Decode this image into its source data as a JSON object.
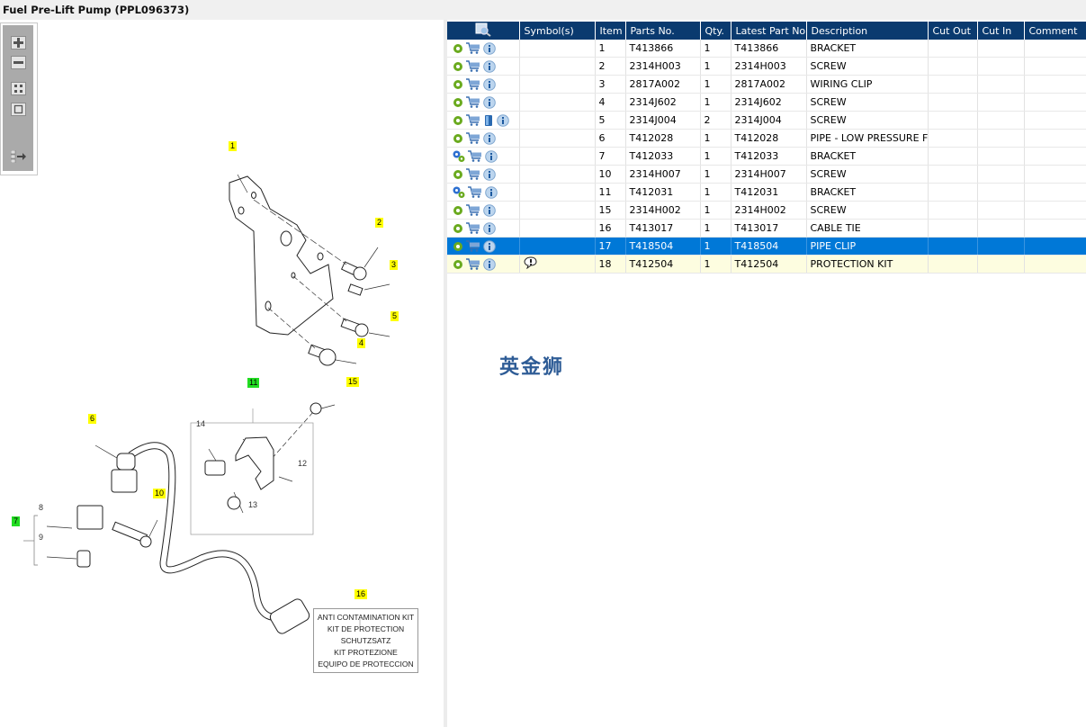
{
  "window": {
    "title": "Fuel Pre-Lift Pump (PPL096373)"
  },
  "toolbox": {
    "buttons": [
      {
        "name": "zoom-in",
        "icon": "plus-icon"
      },
      {
        "name": "zoom-out",
        "icon": "minus-icon"
      },
      {
        "name": "fit-all",
        "icon": "grid-icon"
      },
      {
        "name": "fit-window",
        "icon": "square-icon"
      },
      {
        "name": "toggle-panel",
        "icon": "list-arrow-icon"
      }
    ]
  },
  "diagram": {
    "callouts": [
      {
        "label": "1",
        "color": "yellow"
      },
      {
        "label": "2",
        "color": "yellow"
      },
      {
        "label": "3",
        "color": "yellow"
      },
      {
        "label": "4",
        "color": "yellow"
      },
      {
        "label": "5",
        "color": "yellow"
      },
      {
        "label": "6",
        "color": "yellow"
      },
      {
        "label": "7",
        "color": "green"
      },
      {
        "label": "10",
        "color": "yellow"
      },
      {
        "label": "11",
        "color": "green"
      },
      {
        "label": "15",
        "color": "yellow"
      },
      {
        "label": "16",
        "color": "yellow"
      }
    ],
    "sub_labels": [
      "8",
      "9",
      "12",
      "13",
      "14"
    ],
    "kit_text": [
      "ANTI CONTAMINATION KIT",
      "KIT DE PROTECTION",
      "SCHUTZSATZ",
      "KIT PROTEZIONE",
      "EQUIPO DE PROTECCION"
    ]
  },
  "watermark": "英金狮",
  "table": {
    "columns": [
      "",
      "Symbol(s)",
      "Item",
      "Parts No.",
      "Qty.",
      "Latest Part No.",
      "Description",
      "Cut Out",
      "Cut In",
      "Comment"
    ],
    "header_icon": "search-zoom-icon",
    "rows": [
      {
        "icons": [
          "gear",
          "cart",
          "info"
        ],
        "symbol": "",
        "item": "1",
        "part": "T413866",
        "qty": "1",
        "latest": "T413866",
        "desc": "BRACKET",
        "cutout": "",
        "cutin": "",
        "comment": ""
      },
      {
        "icons": [
          "gear",
          "cart",
          "info"
        ],
        "symbol": "",
        "item": "2",
        "part": "2314H003",
        "qty": "1",
        "latest": "2314H003",
        "desc": "SCREW",
        "cutout": "",
        "cutin": "",
        "comment": ""
      },
      {
        "icons": [
          "gear",
          "cart",
          "info"
        ],
        "symbol": "",
        "item": "3",
        "part": "2817A002",
        "qty": "1",
        "latest": "2817A002",
        "desc": "WIRING CLIP",
        "cutout": "",
        "cutin": "",
        "comment": ""
      },
      {
        "icons": [
          "gear",
          "cart",
          "info"
        ],
        "symbol": "",
        "item": "4",
        "part": "2314J602",
        "qty": "1",
        "latest": "2314J602",
        "desc": "SCREW",
        "cutout": "",
        "cutin": "",
        "comment": ""
      },
      {
        "icons": [
          "gear",
          "cart",
          "book",
          "info"
        ],
        "symbol": "",
        "item": "5",
        "part": "2314J004",
        "qty": "2",
        "latest": "2314J004",
        "desc": "SCREW",
        "cutout": "",
        "cutin": "",
        "comment": ""
      },
      {
        "icons": [
          "gear",
          "cart",
          "info"
        ],
        "symbol": "",
        "item": "6",
        "part": "T412028",
        "qty": "1",
        "latest": "T412028",
        "desc": "PIPE - LOW PRESSURE FUEL",
        "cutout": "",
        "cutin": "",
        "comment": ""
      },
      {
        "icons": [
          "gears",
          "cart",
          "info"
        ],
        "symbol": "",
        "item": "7",
        "part": "T412033",
        "qty": "1",
        "latest": "T412033",
        "desc": "BRACKET",
        "cutout": "",
        "cutin": "",
        "comment": ""
      },
      {
        "icons": [
          "gear",
          "cart",
          "info"
        ],
        "symbol": "",
        "item": "10",
        "part": "2314H007",
        "qty": "1",
        "latest": "2314H007",
        "desc": "SCREW",
        "cutout": "",
        "cutin": "",
        "comment": ""
      },
      {
        "icons": [
          "gears",
          "cart",
          "info"
        ],
        "symbol": "",
        "item": "11",
        "part": "T412031",
        "qty": "1",
        "latest": "T412031",
        "desc": "BRACKET",
        "cutout": "",
        "cutin": "",
        "comment": ""
      },
      {
        "icons": [
          "gear",
          "cart",
          "info"
        ],
        "symbol": "",
        "item": "15",
        "part": "2314H002",
        "qty": "1",
        "latest": "2314H002",
        "desc": "SCREW",
        "cutout": "",
        "cutin": "",
        "comment": ""
      },
      {
        "icons": [
          "gear",
          "cart",
          "info"
        ],
        "symbol": "",
        "item": "16",
        "part": "T413017",
        "qty": "1",
        "latest": "T413017",
        "desc": "CABLE TIE",
        "cutout": "",
        "cutin": "",
        "comment": ""
      },
      {
        "icons": [
          "gear",
          "cart",
          "info"
        ],
        "symbol": "",
        "item": "17",
        "part": "T418504",
        "qty": "1",
        "latest": "T418504",
        "desc": "PIPE CLIP",
        "cutout": "",
        "cutin": "",
        "comment": "",
        "state": "selected"
      },
      {
        "icons": [
          "gear",
          "cart",
          "info"
        ],
        "symbol": "note",
        "item": "18",
        "part": "T412504",
        "qty": "1",
        "latest": "T412504",
        "desc": "PROTECTION KIT",
        "cutout": "",
        "cutin": "",
        "comment": "",
        "state": "highlighted"
      }
    ]
  },
  "colors": {
    "header_bg": "#0a3a6f",
    "selected_row": "#0078d7",
    "highlight_row": "#fdfde0",
    "callout_yellow": "#ffff00",
    "callout_green": "#22dd22"
  }
}
